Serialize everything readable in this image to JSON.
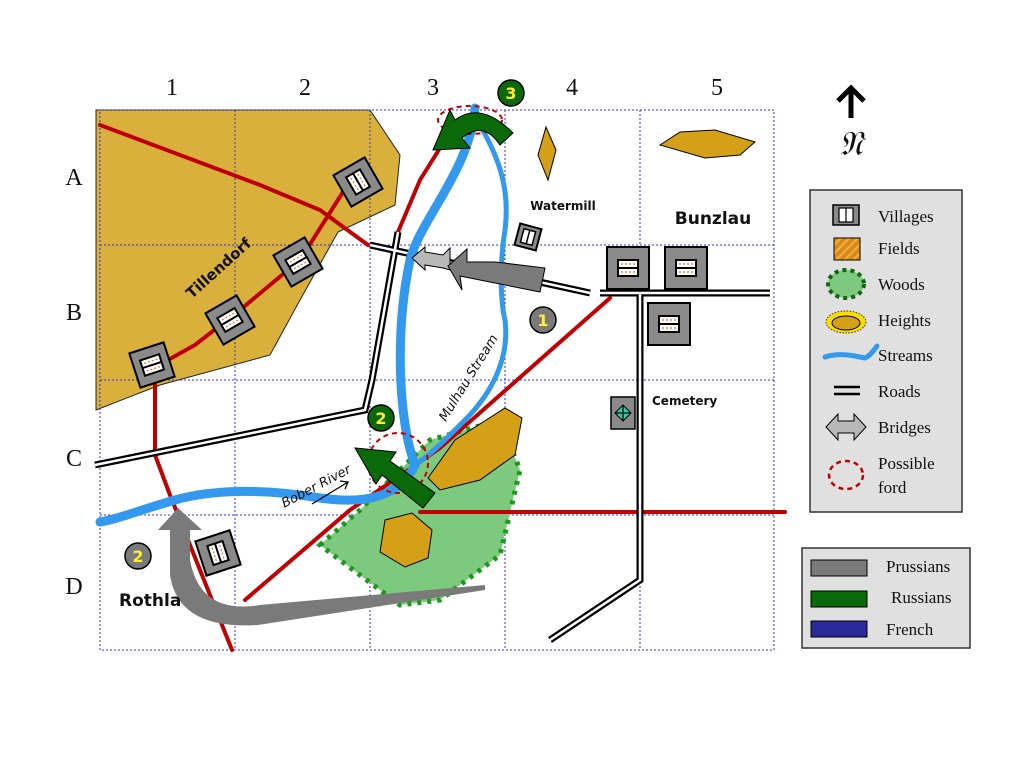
{
  "map": {
    "columns": [
      "1",
      "2",
      "3",
      "4",
      "5"
    ],
    "rows": [
      "A",
      "B",
      "C",
      "D"
    ],
    "north_symbol": "𝔑",
    "north_icon": "north-arrow-icon",
    "labels": {
      "tillendorf": "Tillendorf",
      "watermill": "Watermill",
      "bunzlau": "Bunzlau",
      "cemetery": "Cemetery",
      "rothla": "Rothla",
      "mulhau_stream": "Mulhau Stream",
      "bober_river": "Bober River"
    },
    "markers": [
      {
        "number": "1",
        "side": "Prussians"
      },
      {
        "number": "2",
        "side": "Prussians"
      },
      {
        "number": "2",
        "side": "Russians"
      },
      {
        "number": "3",
        "side": "Russians"
      }
    ]
  },
  "terrain_legend": {
    "items": [
      {
        "label": "Villages",
        "icon": "village-icon"
      },
      {
        "label": "Fields",
        "icon": "field-icon"
      },
      {
        "label": "Woods",
        "icon": "woods-icon"
      },
      {
        "label": "Heights",
        "icon": "heights-icon"
      },
      {
        "label": "Streams",
        "icon": "stream-icon"
      },
      {
        "label": "Roads",
        "icon": "road-icon"
      },
      {
        "label": "Bridges",
        "icon": "bridge-icon"
      },
      {
        "label": "Possible",
        "icon": "ford-icon"
      },
      {
        "label": "ford",
        "icon": ""
      }
    ]
  },
  "forces_legend": {
    "items": [
      {
        "label": "Prussians",
        "color": "#7a7a7a"
      },
      {
        "label": "Russians",
        "color": "#0a6a0a"
      },
      {
        "label": "French",
        "color": "#2a2a9a"
      }
    ]
  },
  "colors": {
    "field": "#d9b03c",
    "heights": "#d4a017",
    "woods": "#7dc97d",
    "woods_border": "#1a9a1a",
    "stream": "#3399ee",
    "road_red": "#c00000",
    "prussian": "#7a7a7a",
    "russian": "#0a6a0a",
    "grid": "#3333cc",
    "marker_text": "#ffee33"
  }
}
